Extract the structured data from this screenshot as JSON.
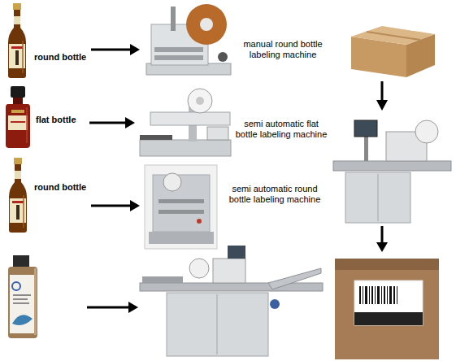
{
  "diagram": {
    "nodes": [
      {
        "text": [
          "round bottle"
        ]
      },
      {
        "text": [
          "manual round bottle labeling machine"
        ]
      },
      {
        "text": [
          "flat bottle"
        ]
      },
      {
        "text": [
          "semi automatic flat bottle labeling machine"
        ]
      },
      {
        "text": [
          "round bottle"
        ]
      },
      {
        "text": [
          "semi automatic round bottle labeling machine"
        ]
      }
    ],
    "edges": [
      {
        "from": 0,
        "to": 1,
        "arrow": "to"
      },
      {
        "from": 2,
        "to": 3,
        "arrow": "to"
      },
      {
        "from": 4,
        "to": 5,
        "arrow": "to"
      }
    ]
  }
}
